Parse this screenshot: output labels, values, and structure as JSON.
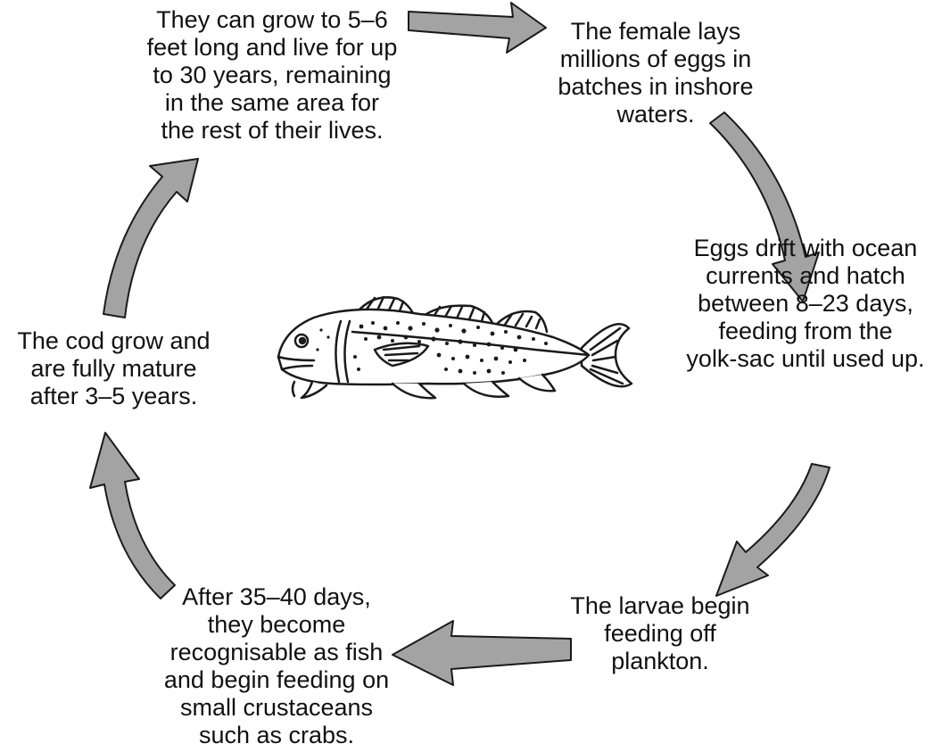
{
  "diagram": {
    "stages": [
      {
        "id": "grow-adult",
        "text": "They can grow to 5–6\nfeet long and live for up\nto 30 years, remaining\nin the same area for\nthe rest of their lives."
      },
      {
        "id": "lay-eggs",
        "text": "The female lays\nmillions of eggs in\nbatches in inshore\nwaters."
      },
      {
        "id": "eggs-hatch",
        "text": "Eggs drift with ocean\ncurrents and hatch\nbetween 8–23 days,\nfeeding from the\nyolk-sac until used up."
      },
      {
        "id": "larvae-feed",
        "text": "The larvae begin\nfeeding off\nplankton."
      },
      {
        "id": "become-fish",
        "text": "After 35–40 days,\nthey become\nrecognisable as fish\nand begin feeding on\nsmall crustaceans\nsuch as crabs."
      },
      {
        "id": "mature",
        "text": "The cod grow and\nare fully mature\nafter 3–5 years."
      }
    ],
    "colors": {
      "arrow_fill": "#a3a3a3",
      "arrow_stroke": "#1a1a1a",
      "text": "#111111",
      "fish_line": "#1a1a1a"
    },
    "center_image": "cod-fish-illustration"
  }
}
